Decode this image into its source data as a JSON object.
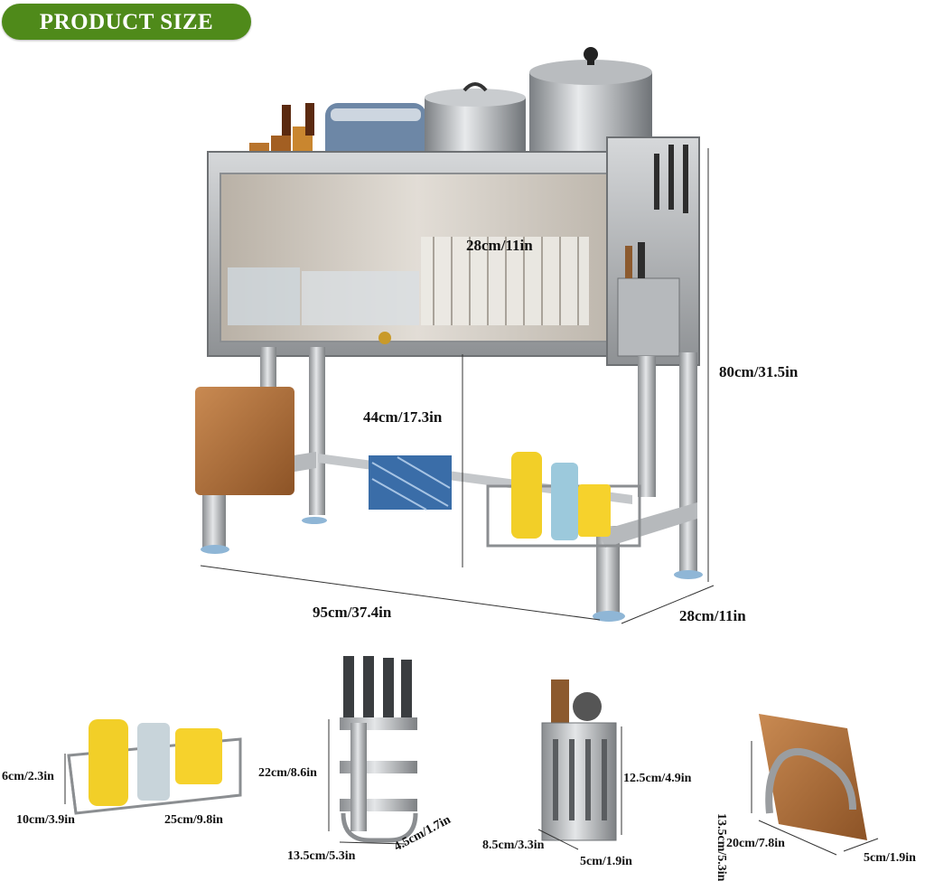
{
  "banner": {
    "label": "PRODUCT SIZE",
    "color": "#4f8a1a"
  },
  "main_rack": {
    "inner_height": "28cm/11in",
    "total_height": "80cm/31.5in",
    "shelf_clearance": "44cm/17.3in",
    "width": "95cm/37.4in",
    "depth": "28cm/11in"
  },
  "accessories": {
    "basket": {
      "height": "6cm/2.3in",
      "depth": "10cm/3.9in",
      "width": "25cm/9.8in"
    },
    "knife_holder": {
      "height": "22cm/8.6in",
      "width": "13.5cm/5.3in",
      "depth": "4.5cm/1.7in"
    },
    "utensil_holder": {
      "height": "12.5cm/4.9in",
      "width": "8.5cm/3.3in",
      "depth": "5cm/1.9in"
    },
    "board_holder": {
      "height": "13.5cm/5.3in",
      "width": "20cm/7.8in",
      "depth": "5cm/1.9in"
    }
  }
}
